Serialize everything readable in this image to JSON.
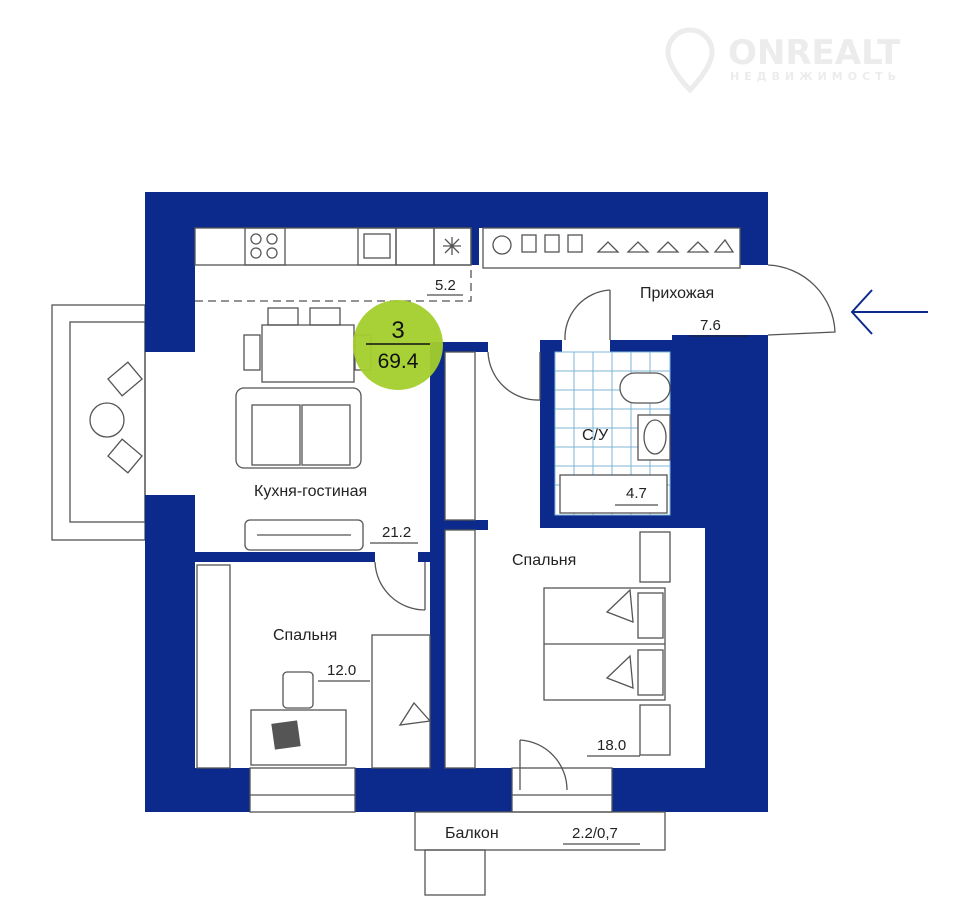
{
  "logo": {
    "brand": "ONREALT",
    "tagline": "НЕДВИЖИМОСТЬ"
  },
  "apartment": {
    "rooms": "3",
    "total_area": "69.4",
    "badge_color": "#a3cf2c",
    "wall_color": "#0b2a8c"
  },
  "rooms": [
    {
      "name": "",
      "area": "5.2"
    },
    {
      "name": "Прихожая",
      "area": "7.6"
    },
    {
      "name": "С/У",
      "area": "4.7"
    },
    {
      "name": "Кухня-гостиная",
      "area": "21.2"
    },
    {
      "name": "Спальня",
      "area": "12.0"
    },
    {
      "name": "Спальня",
      "area": "18.0"
    },
    {
      "name": "Балкон",
      "area": "2.2/0,7"
    }
  ],
  "entrance": {
    "icon": "arrow-left-icon"
  }
}
